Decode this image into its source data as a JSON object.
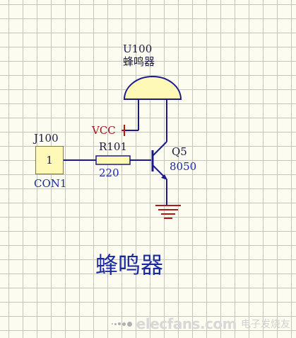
{
  "buzzer": {
    "ref": "U100",
    "value": "蜂鸣器"
  },
  "power": {
    "label": "VCC"
  },
  "connector": {
    "ref": "J100",
    "pin": "1",
    "value": "CON1"
  },
  "resistor": {
    "ref": "R101",
    "value": "220"
  },
  "transistor": {
    "ref": "Q5",
    "value": "8050"
  },
  "caption": "蜂鸣器",
  "watermark": {
    "site": "elecfans.com",
    "cn": "电子发烧友"
  },
  "colors": {
    "wire": "#1a1a8c",
    "power": "#b01818",
    "component_fill": "#fff9b8",
    "text": "#1a2aa0"
  }
}
